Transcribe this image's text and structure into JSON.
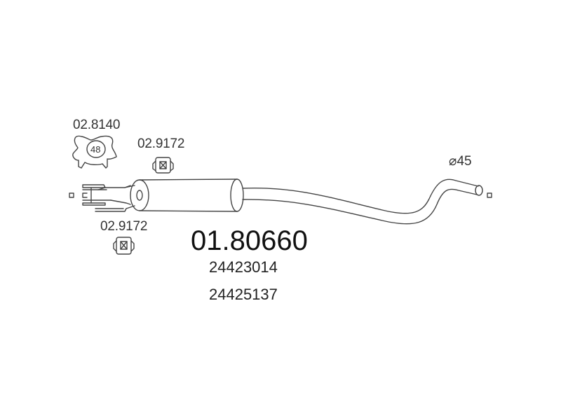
{
  "diagram": {
    "main_part_number": "01.80660",
    "oem_numbers": [
      "24423014",
      "24425137"
    ],
    "diameter_label": "⌀45",
    "accessories": [
      {
        "code": "02.8140",
        "type": "clamp",
        "size": "48"
      },
      {
        "code": "02.9172",
        "type": "rubber-mount"
      },
      {
        "code": "02.9172",
        "type": "rubber-mount"
      }
    ]
  }
}
